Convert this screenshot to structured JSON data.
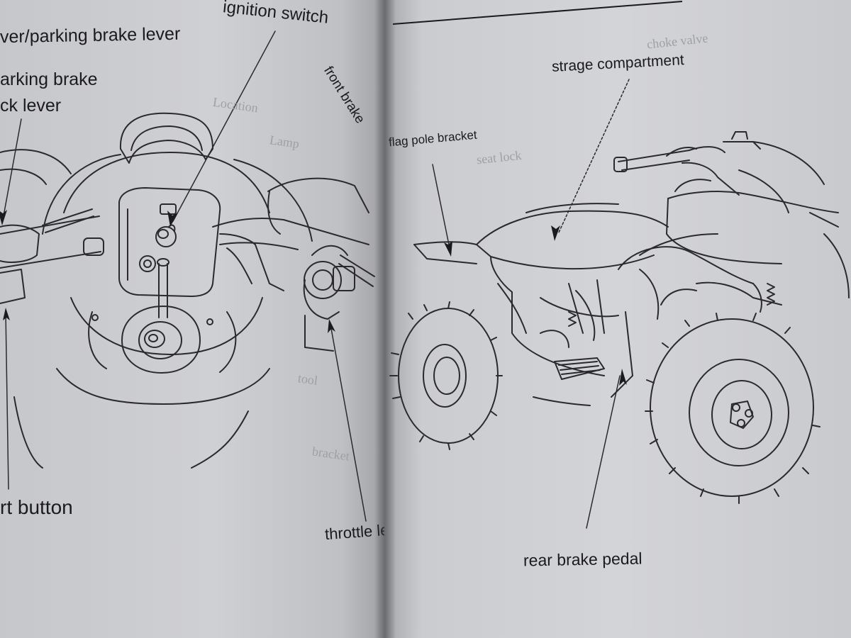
{
  "left_page": {
    "labels": {
      "parking_brake_lever": "ver/parking brake lever",
      "ignition_switch": "ignition switch",
      "parking_brake_lock_1": "arking brake",
      "parking_brake_lock_2": "ck lever",
      "front_brake": "front brake",
      "start_button": "rt button",
      "throttle_lever": "throttle le"
    },
    "bleed_through": [
      "Location",
      "Lamp",
      "tool",
      "bracket"
    ]
  },
  "right_page": {
    "labels": {
      "storage_compartment": "strage compartment",
      "flag_pole_bracket": "flag pole bracket",
      "rear_brake_pedal": "rear brake pedal"
    },
    "bleed_through": [
      "choke valve",
      "seat lock"
    ]
  },
  "colors": {
    "paper": "#cfd0d4",
    "ink": "#1b1b1d",
    "background": "#8e8f93"
  }
}
